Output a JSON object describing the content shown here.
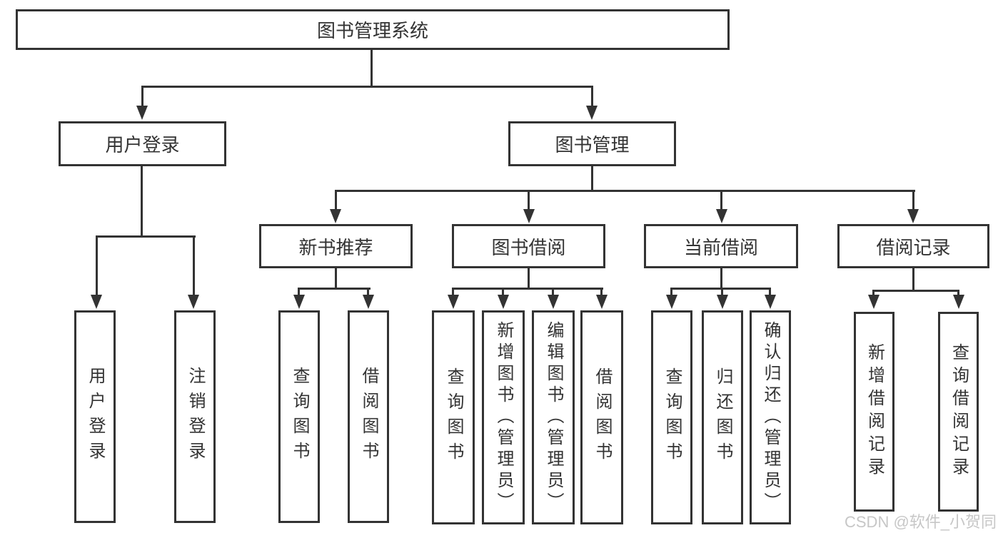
{
  "nodes": {
    "root": {
      "label": "图书管理系统"
    },
    "user_login": {
      "label": "用户登录"
    },
    "book_management": {
      "label": "图书管理"
    },
    "new_book_recommendation": {
      "label": "新书推荐"
    },
    "book_borrowing": {
      "label": "图书借阅"
    },
    "current_borrowing": {
      "label": "当前借阅"
    },
    "borrowing_records": {
      "label": "借阅记录"
    }
  },
  "leaves": {
    "user_login": [
      "用户登录",
      "注销登录"
    ],
    "new_book_recommendation": [
      "查询图书",
      "借阅图书"
    ],
    "book_borrowing": [
      "查询图书",
      "新增图书（管理员）",
      "编辑图书（管理员）",
      "借阅图书"
    ],
    "current_borrowing": [
      "查询图书",
      "归还图书",
      "确认归还（管理员）"
    ],
    "borrowing_records": [
      "新增借阅记录",
      "查询借阅记录"
    ]
  },
  "watermark": {
    "text": "CSDN @软件_小贺同学"
  },
  "colors": {
    "line": "#333333",
    "text": "#333333",
    "background": "#ffffff",
    "watermark": "#c7c7c7"
  }
}
